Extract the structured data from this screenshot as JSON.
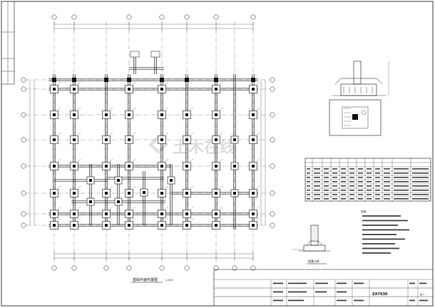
{
  "drawing": {
    "plan_title": "基础平面布置图",
    "plan_scale": "1:100",
    "detail_title": "墙基大样",
    "notes_heading": "说明:",
    "watermark": "土木在线",
    "colors": {
      "line": "#111111",
      "grid": "#333333",
      "watermark": "#d9d9d9",
      "paper": "#ffffff"
    }
  },
  "title_block": {
    "drawing_number": "ZA7030",
    "sheet": "结-1"
  },
  "table": {
    "rows": 10,
    "cols": 12
  }
}
